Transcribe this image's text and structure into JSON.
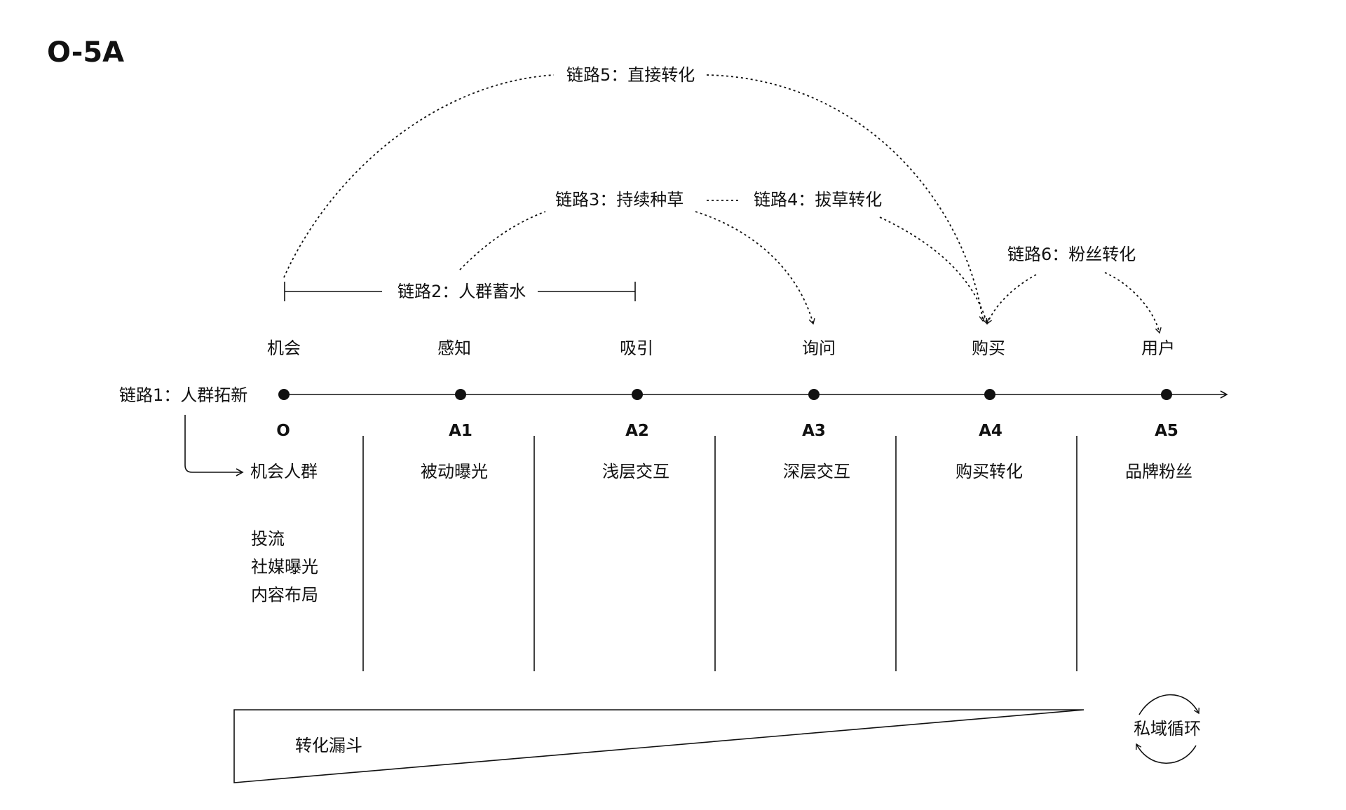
{
  "title": "O-5A",
  "routes": {
    "r1": "链路1：人群拓新",
    "r2": "链路2：人群蓄水",
    "r3": "链路3：持续种草",
    "r4": "链路4：拔草转化",
    "r5": "链路5：直接转化",
    "r6": "链路6：粉丝转化"
  },
  "stages": [
    {
      "label": "机会",
      "code": "O",
      "group": "机会人群"
    },
    {
      "label": "感知",
      "code": "A1",
      "group": "被动曝光"
    },
    {
      "label": "吸引",
      "code": "A2",
      "group": "浅层交互"
    },
    {
      "label": "询问",
      "code": "A3",
      "group": "深层交互"
    },
    {
      "label": "购买",
      "code": "A4",
      "group": "购买转化"
    },
    {
      "label": "用户",
      "code": "A5",
      "group": "品牌粉丝"
    }
  ],
  "tactics": [
    "投流",
    "社媒曝光",
    "内容布局"
  ],
  "funnel_label": "转化漏斗",
  "loop_label": "私域循环"
}
